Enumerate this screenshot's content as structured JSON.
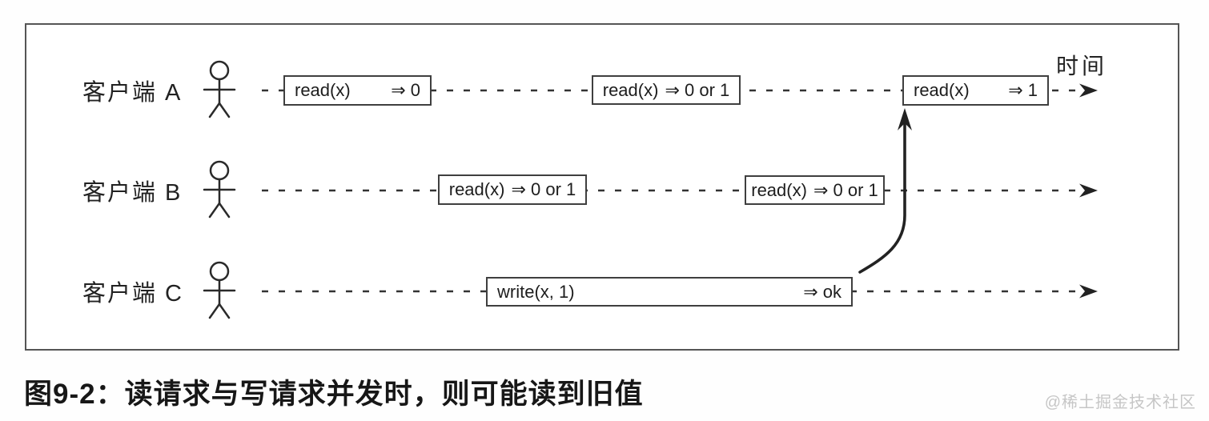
{
  "figure": {
    "time_axis_label": "时间",
    "caption": "图9-2：读请求与写请求并发时，则可能读到旧值",
    "watermark": "@稀土掘金技术社区"
  },
  "lanes": [
    {
      "label": "客户端 A",
      "events": [
        {
          "op": "read(x)",
          "result": "⇒ 0"
        },
        {
          "op": "read(x)",
          "result": "⇒ 0 or 1"
        },
        {
          "op": "read(x)",
          "result": "⇒ 1"
        }
      ]
    },
    {
      "label": "客户端 B",
      "events": [
        {
          "op": "read(x)",
          "result": "⇒ 0 or 1"
        },
        {
          "op": "read(x)",
          "result": "⇒ 0 or 1"
        }
      ]
    },
    {
      "label": "客户端 C",
      "events": [
        {
          "op": "write(x, 1)",
          "result": "⇒ ok"
        }
      ]
    }
  ]
}
